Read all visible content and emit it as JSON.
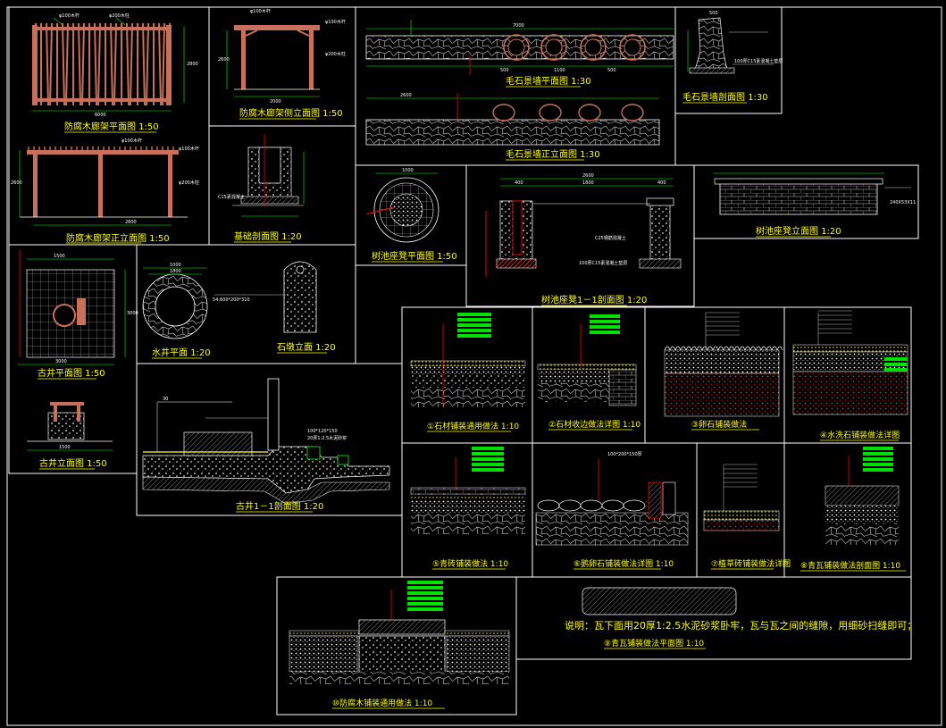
{
  "colors": {
    "background": "#000000",
    "frame": "#ffffff",
    "caption": "#ffff00",
    "wood": "#c8705a",
    "dimension": "#00ff00",
    "cut_line": "#ff0000",
    "gravel": "#888888",
    "tag": "#00e000"
  },
  "panels": {
    "pergola_plan": {
      "caption": "防腐木廊架平面图 1:50",
      "dims": [
        "φ100木杆",
        "φ200木柱",
        "6000",
        "2800"
      ]
    },
    "pergola_side": {
      "caption": "防腐木廊架侧立面图 1:50",
      "dims": [
        "φ100木杆",
        "φ100木杆",
        "φ200木柱",
        "2600",
        "2000"
      ]
    },
    "pergola_front": {
      "caption": "防腐木廊架正立面图 1:50",
      "dims": [
        "φ100木杆",
        "φ100木杆",
        "φ200木柱",
        "2600",
        "2800"
      ]
    },
    "foundation": {
      "caption": "基础剖面图 1:20"
    },
    "stone_wall_plan": {
      "caption": "毛石景墙平面图 1:30",
      "dims": [
        "7000",
        "500",
        "1100",
        "500"
      ]
    },
    "stone_wall_elev": {
      "caption": "毛石景墙正立面图 1:30",
      "dims": [
        "2600"
      ]
    },
    "stone_wall_section": {
      "caption": "毛石景墙剖面图 1:30",
      "dims": [
        "500",
        "100厚C15素混凝土垫层"
      ]
    },
    "pool_plan": {
      "caption": "树池座凳平面图 1:50",
      "dims": [
        "1000"
      ]
    },
    "pool_section": {
      "caption": "树池座凳1－1剖面图 1:20",
      "dims": [
        "2600",
        "400",
        "1800",
        "400",
        "C25钢筋混凝土",
        "100厚C15素混凝土垫层"
      ]
    },
    "pool_elev": {
      "caption": "树池座凳立面图 1:20",
      "dims": [
        "240X53X11"
      ]
    },
    "well_plan": {
      "caption": "古井平面图 1:50",
      "dims": [
        "1500",
        "3000",
        "3000"
      ]
    },
    "well_elev": {
      "caption": "古井立面图 1:50",
      "dims": [
        "1500"
      ]
    },
    "water_plan": {
      "caption": "水井平面 1:20",
      "dims": [
        "1000",
        "1800"
      ]
    },
    "stone_elev": {
      "caption": "石墩立面 1:20",
      "dims": [
        "54,600*200*310"
      ]
    },
    "well_section": {
      "caption": "古井1－1剖面图 1:20",
      "dims": [
        "100*120*150",
        "20厚1:2.5水泥砂浆"
      ]
    },
    "pave1": {
      "caption": "①石材铺装通用做法 1:10"
    },
    "pave2": {
      "caption": "②石材收边做法详图 1:10"
    },
    "pave3": {
      "caption": "③卵石铺装做法"
    },
    "pave4": {
      "caption": "④水洗石铺装做法详图"
    },
    "pave5": {
      "caption": "⑤青砖铺装做法 1:10"
    },
    "pave6": {
      "caption": "⑥鹅卵石铺装做法详图 1:10"
    },
    "pave7": {
      "caption": "⑦植草砖铺装做法详图"
    },
    "pave8": {
      "caption": "⑧青瓦铺装做法剖面图 1:10"
    },
    "tile_plan": {
      "caption": "⑨青瓦铺装做法平面图 1:10",
      "note": "说明：瓦下面用20厚1:2.5水泥砂浆卧牢，瓦与瓦之间的缝隙，用细砂扫缝即可；"
    },
    "wood_pave": {
      "caption": "⑩防腐木铺装通用做法 1:10"
    }
  }
}
